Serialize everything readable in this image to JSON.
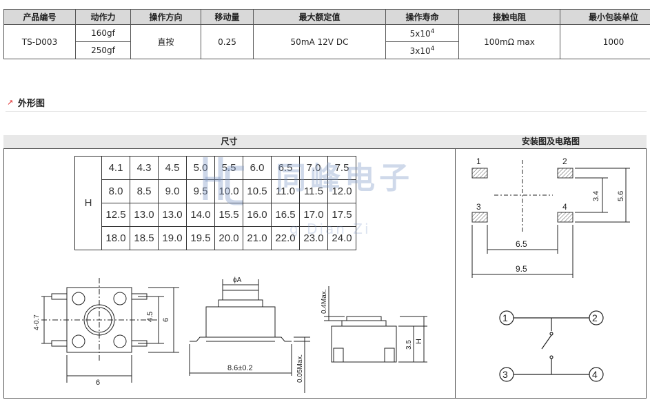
{
  "spec_table": {
    "headers": [
      "产品编号",
      "动作力",
      "操作方向",
      "移动量",
      "最大额定值",
      "操作寿命",
      "接触电阻",
      "最小包装单位"
    ],
    "part_no": "TS-D003",
    "forces": [
      "160gf",
      "250gf"
    ],
    "direction": "直按",
    "travel": "0.25",
    "rating": "50mA 12V DC",
    "life": [
      {
        "base": "5x10",
        "exp": "4"
      },
      {
        "base": "3x10",
        "exp": "4"
      }
    ],
    "resistance": "100mΩ max",
    "min_pack": "1000"
  },
  "section": {
    "title": "外形图",
    "arrow": "↗"
  },
  "drawing": {
    "left_title": "尺寸",
    "right_title": "安装图及电路图",
    "size_table": {
      "row_label": "H",
      "rows": [
        [
          "4.1",
          "4.3",
          "4.5",
          "5.0",
          "5.5",
          "6.0",
          "6.5",
          "7.0",
          "7.5"
        ],
        [
          "8.0",
          "8.5",
          "9.0",
          "9.5",
          "10.0",
          "10.5",
          "11.0",
          "11.5",
          "12.0"
        ],
        [
          "12.5",
          "13.0",
          "13.0",
          "14.0",
          "15.5",
          "16.0",
          "16.5",
          "17.0",
          "17.5"
        ],
        [
          "18.0",
          "18.5",
          "19.0",
          "19.5",
          "20.0",
          "21.0",
          "22.0",
          "23.0",
          "24.0"
        ]
      ]
    },
    "watermark": {
      "cn": "同峰电子",
      "en": "g Dian Zi"
    },
    "dims_top": {
      "w": "6",
      "h1": "4.5",
      "h2": "6",
      "pin": "4-0.7"
    },
    "dims_front": {
      "phi": "ϕA",
      "width": "8.6±0.2",
      "max": "0.05Max."
    },
    "dims_side": {
      "top": "0.4Max.",
      "d35": "3.5",
      "h": "H"
    },
    "mount": {
      "pins": [
        "1",
        "2",
        "3",
        "4"
      ],
      "d1": "3.4",
      "d2": "5.6",
      "d3": "6.5",
      "d4": "9.5"
    },
    "circuit": {
      "nodes": [
        "1",
        "2",
        "3",
        "4"
      ]
    }
  }
}
